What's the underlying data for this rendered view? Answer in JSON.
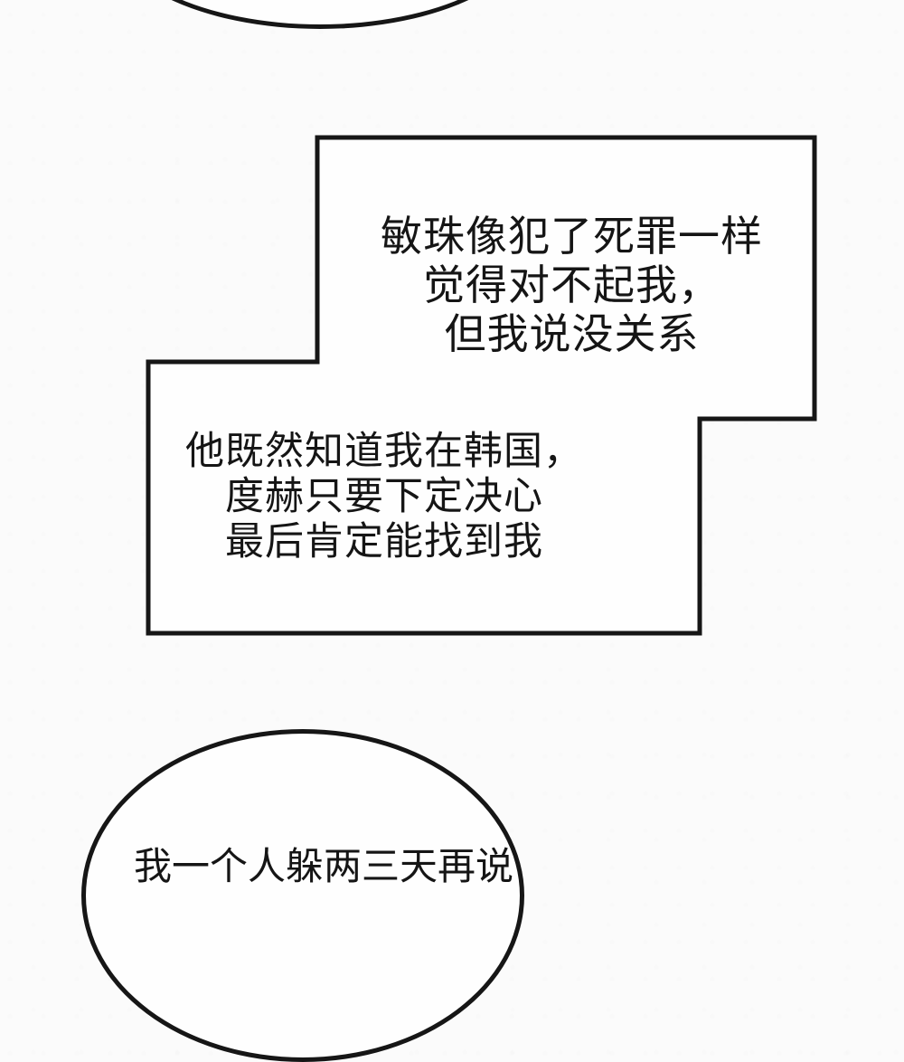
{
  "page": {
    "kind": "webtoon-comic-panel",
    "paper_color": "#fbfbfb",
    "fill_color": "#fefefe",
    "ink_color": "#161616"
  },
  "top_bubble": {
    "shape": "ellipse, cut off by top edge of page",
    "text": ""
  },
  "narration_box": {
    "shape": "stepped rectangle (upper-right rect joined with lower-left rect)",
    "blocks": [
      {
        "lines": [
          "敏珠像犯了死罪一样",
          "觉得对不起我，",
          "但我说没关系"
        ]
      },
      {
        "lines": [
          "他既然知道我在韩国，",
          "度赫只要下定决心",
          "最后肯定能找到我"
        ]
      }
    ]
  },
  "bottom_bubble": {
    "shape": "ellipse, cut off by bottom edge of page",
    "partial_text": "我一个人躲两三天再说",
    "truncated": true
  }
}
